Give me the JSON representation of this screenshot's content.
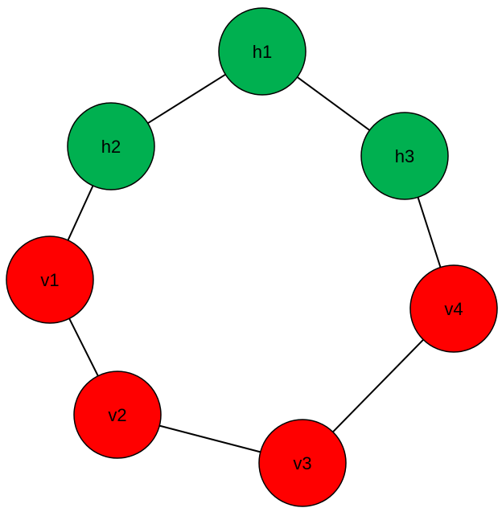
{
  "colors": {
    "green": "#00B050",
    "red": "#FF0000",
    "edge": "#000000"
  },
  "nodes": [
    {
      "id": "h1",
      "label": "h1",
      "group": "green"
    },
    {
      "id": "h2",
      "label": "h2",
      "group": "green"
    },
    {
      "id": "h3",
      "label": "h3",
      "group": "green"
    },
    {
      "id": "v1",
      "label": "v1",
      "group": "red"
    },
    {
      "id": "v2",
      "label": "v2",
      "group": "red"
    },
    {
      "id": "v3",
      "label": "v3",
      "group": "red"
    },
    {
      "id": "v4",
      "label": "v4",
      "group": "red"
    }
  ],
  "edges": [
    [
      "h1",
      "h2"
    ],
    [
      "h1",
      "h3"
    ],
    [
      "h2",
      "v1"
    ],
    [
      "h3",
      "v4"
    ],
    [
      "v1",
      "v2"
    ],
    [
      "v2",
      "v3"
    ],
    [
      "v3",
      "v4"
    ]
  ]
}
